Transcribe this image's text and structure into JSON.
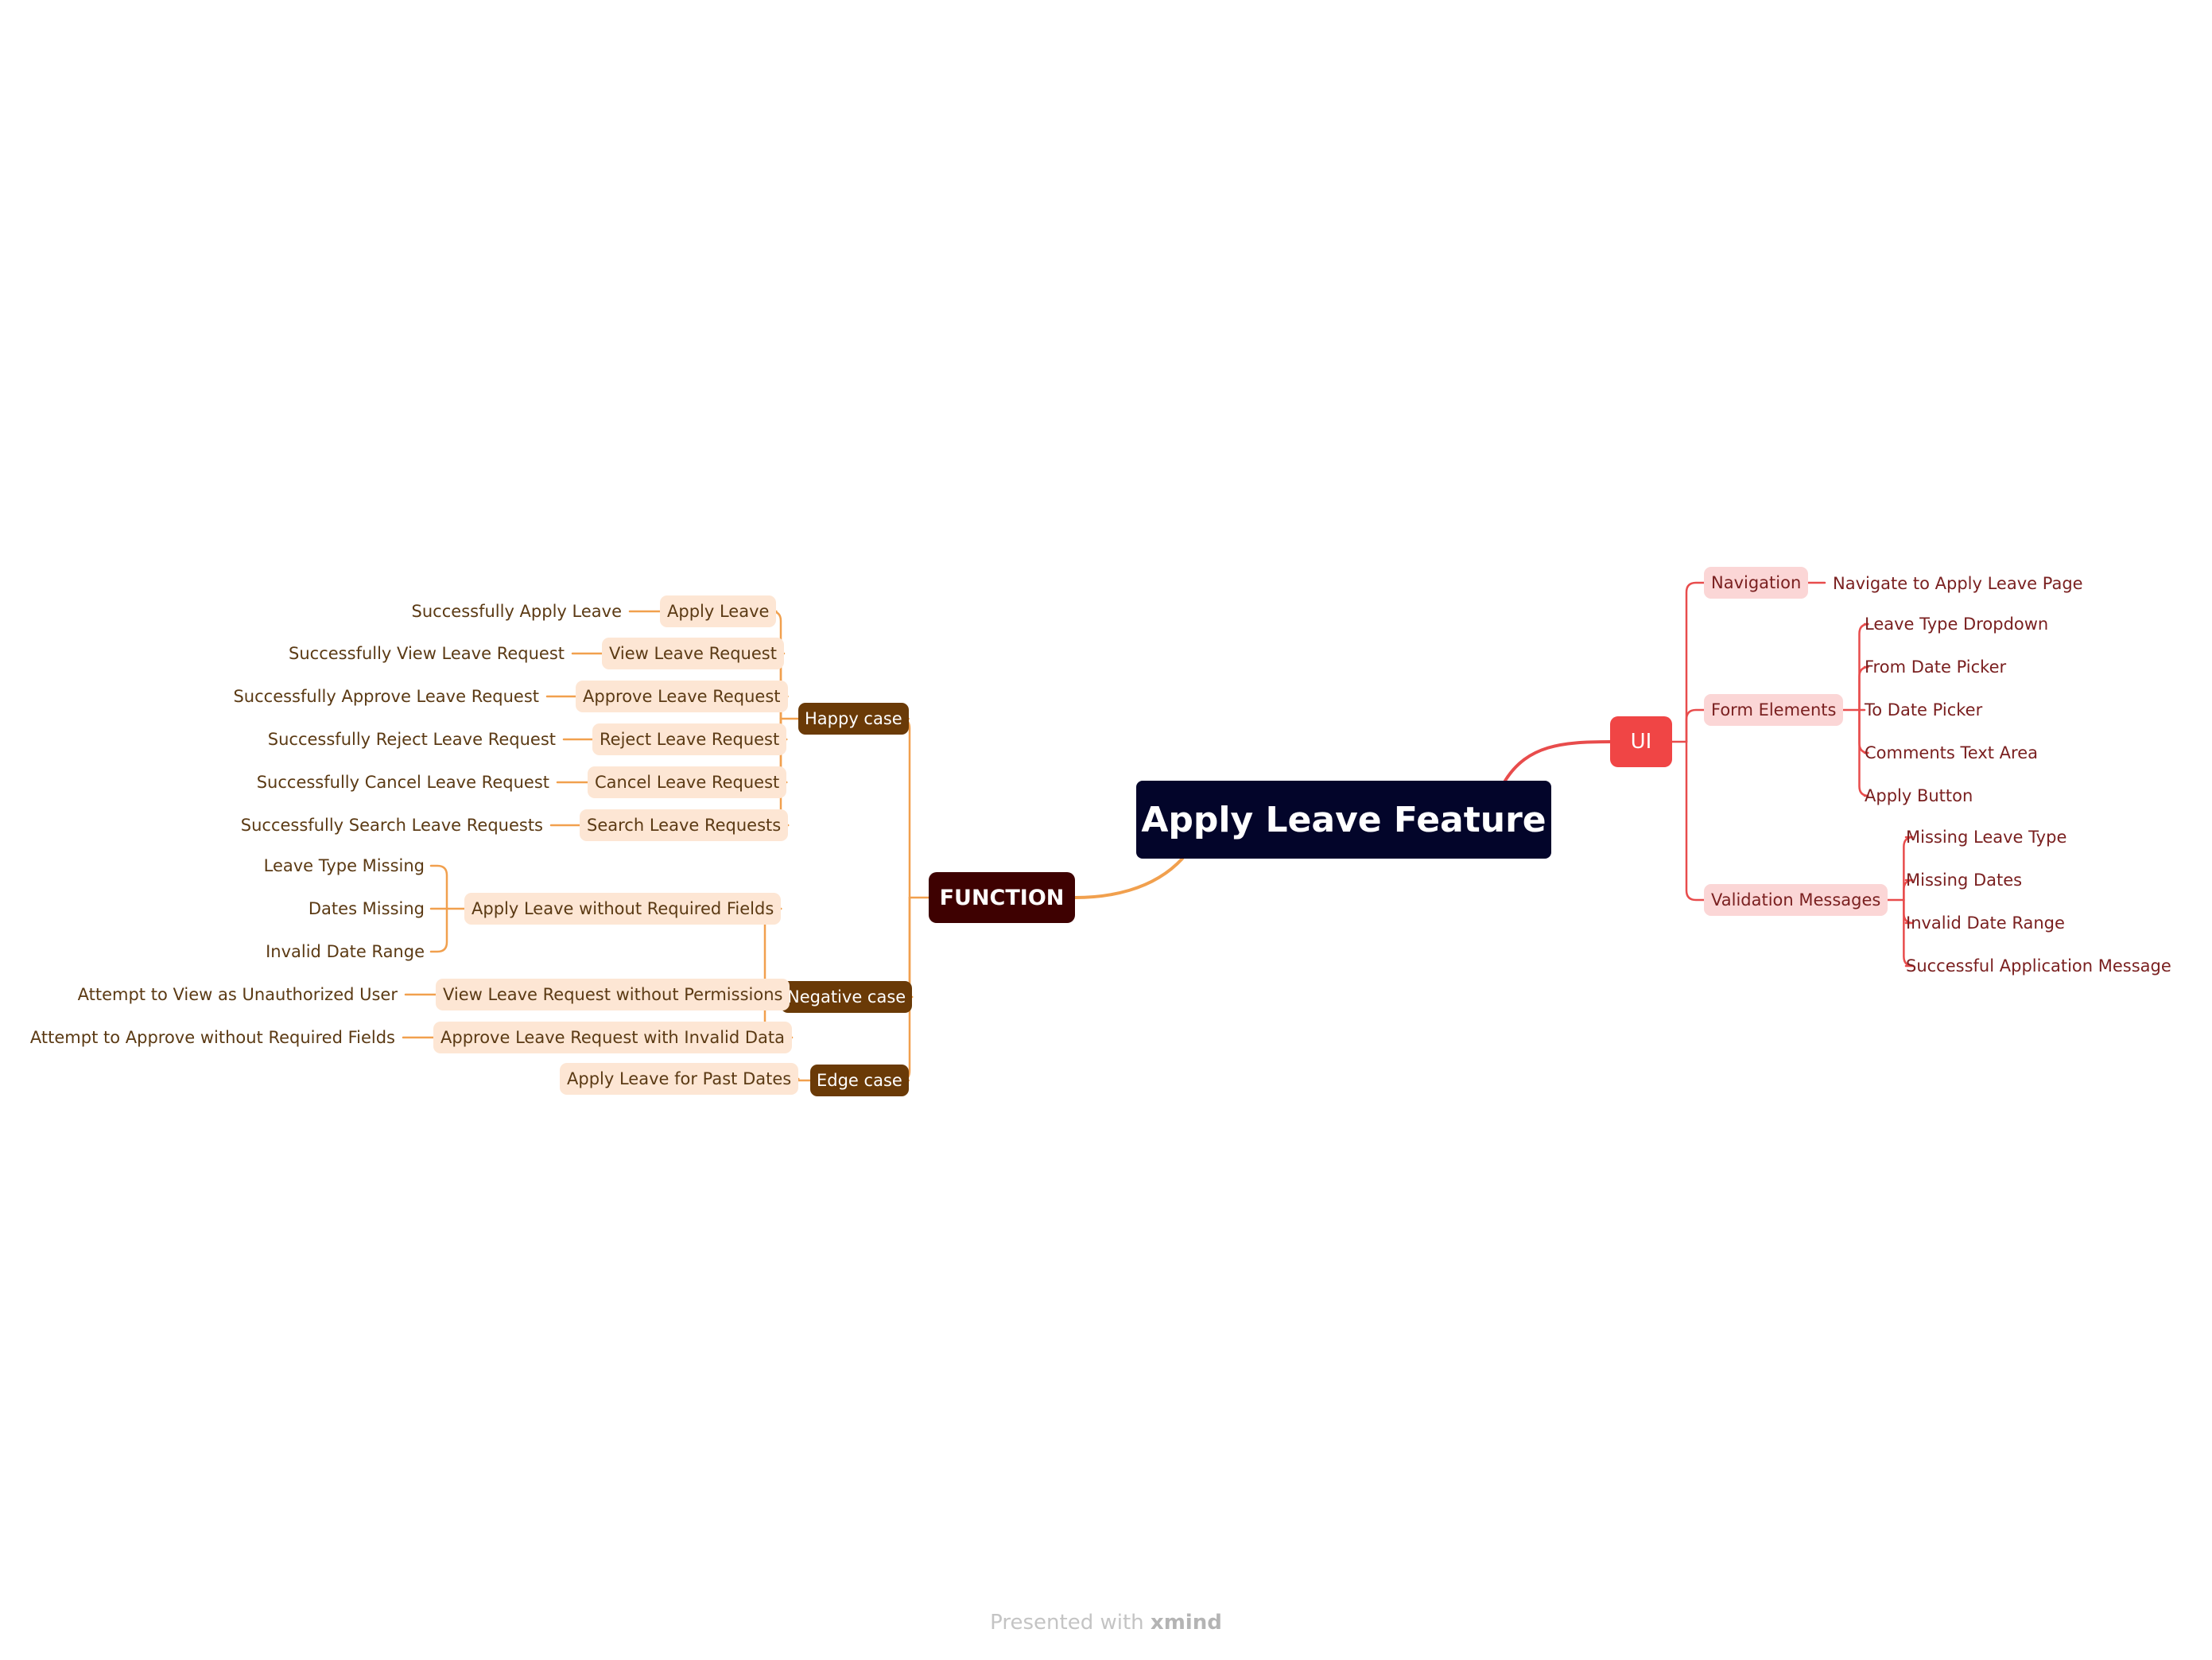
{
  "root": {
    "label": "Apply Leave Feature",
    "color": "#03052a"
  },
  "function_branch": {
    "label": "FUNCTION",
    "color": "#3e0101",
    "line_color": "#f1a04e",
    "happy_case": {
      "label": "Happy case",
      "items": [
        {
          "label": "Apply Leave",
          "leaf": "Successfully Apply Leave"
        },
        {
          "label": "View Leave Request",
          "leaf": "Successfully View Leave Request"
        },
        {
          "label": "Approve Leave Request",
          "leaf": "Successfully Approve Leave Request"
        },
        {
          "label": "Reject Leave Request",
          "leaf": "Successfully Reject Leave Request"
        },
        {
          "label": "Cancel Leave Request",
          "leaf": "Successfully Cancel Leave Request"
        },
        {
          "label": "Search Leave Requests",
          "leaf": "Successfully Search Leave Requests"
        }
      ]
    },
    "negative_case": {
      "label": "Negative case",
      "items": [
        {
          "label": "Apply Leave without Required Fields",
          "leaves": [
            "Leave Type Missing",
            "Dates Missing",
            "Invalid Date Range"
          ]
        },
        {
          "label": "View Leave Request without Permissions",
          "leaves": [
            "Attempt to View as Unauthorized User"
          ]
        },
        {
          "label": "Approve Leave Request with Invalid Data",
          "leaves": [
            "Attempt to Approve without Required Fields"
          ]
        }
      ]
    },
    "edge_case": {
      "label": "Edge case",
      "items": [
        {
          "label": "Apply Leave for Past Dates"
        }
      ]
    }
  },
  "ui_branch": {
    "label": "UI",
    "color": "#f04545",
    "line_color": "#e84c4c",
    "navigation": {
      "label": "Navigation",
      "leaves": [
        "Navigate to Apply Leave Page"
      ]
    },
    "form_elements": {
      "label": "Form Elements",
      "leaves": [
        "Leave Type Dropdown",
        "From Date Picker",
        "To Date Picker",
        "Comments Text Area",
        "Apply Button"
      ]
    },
    "validation_messages": {
      "label": "Validation Messages",
      "leaves": [
        "Missing Leave Type",
        "Missing Dates",
        "Invalid Date Range",
        "Successful Application Message"
      ]
    }
  },
  "footer": {
    "prefix": "Presented with",
    "brand": "xmind"
  }
}
